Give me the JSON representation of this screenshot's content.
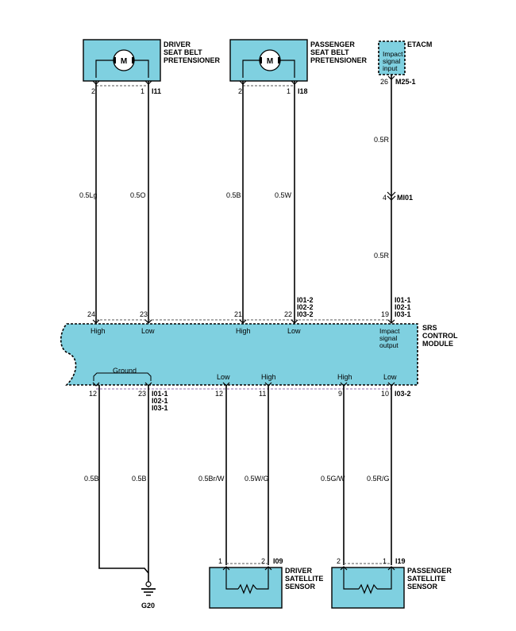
{
  "colors": {
    "component_fill": "#7fd0e0",
    "line": "#000000",
    "connector_dash": "#8b6aa8"
  },
  "components": {
    "driver_pretensioner": {
      "lines": [
        "DRIVER",
        "SEAT  BELT",
        "PRETENSIONER"
      ],
      "motor": "M",
      "connector": "I11",
      "pins": [
        "2",
        "1"
      ]
    },
    "passenger_pretensioner": {
      "lines": [
        "PASSENGER",
        "SEAT  BELT",
        "PRETENSIONER"
      ],
      "motor": "M",
      "connector": "I18",
      "pins": [
        "2",
        "1"
      ]
    },
    "etacm": {
      "name": "ETACM",
      "port_lines": [
        "Impact",
        "signal",
        "input"
      ],
      "connector": "M25-1",
      "pin": "26"
    },
    "srs": {
      "lines": [
        "SRS",
        "CONTROL",
        "MODULE"
      ],
      "top_pins": [
        "24",
        "23",
        "21",
        "22",
        "19"
      ],
      "top_ports": [
        "High",
        "Low",
        "High",
        "Low"
      ],
      "top_connector_a": [
        "I01-2",
        "I02-2",
        "I03-2"
      ],
      "top_connector_b": [
        "I01-1",
        "I02-1",
        "I03-1"
      ],
      "impact_output": [
        "Impact",
        "signal",
        "output"
      ],
      "bottom_ground": "Ground",
      "bottom_pins": [
        "12",
        "23",
        "12",
        "11",
        "9",
        "10"
      ],
      "bottom_ports": [
        "Low",
        "High",
        "High",
        "Low"
      ],
      "bottom_connector_a": [
        "I01-1",
        "I02-1",
        "I03-1"
      ],
      "bottom_connector_b": "I03-2"
    },
    "driver_satellite": {
      "lines": [
        "DRIVER",
        "SATELLITE",
        "SENSOR"
      ],
      "connector": "I09",
      "pins": [
        "1",
        "2"
      ]
    },
    "passenger_satellite": {
      "lines": [
        "PASSENGER",
        "SATELLITE",
        "SENSOR"
      ],
      "connector": "I19",
      "pins": [
        "2",
        "1"
      ]
    },
    "junction": {
      "connector": "MI01",
      "pin": "4"
    },
    "ground": {
      "name": "G20"
    }
  },
  "wires": {
    "drv_hi": "0.5Lg",
    "drv_lo": "0.5O",
    "pas_hi": "0.5B",
    "pas_lo": "0.5W",
    "etacm_upper": "0.5R",
    "etacm_lower": "0.5R",
    "gnd_a": "0.5B",
    "gnd_b": "0.5B",
    "dsat_lo": "0.5Br/W",
    "dsat_hi": "0.5W/G",
    "psat_hi": "0.5G/W",
    "psat_lo": "0.5R/G"
  }
}
